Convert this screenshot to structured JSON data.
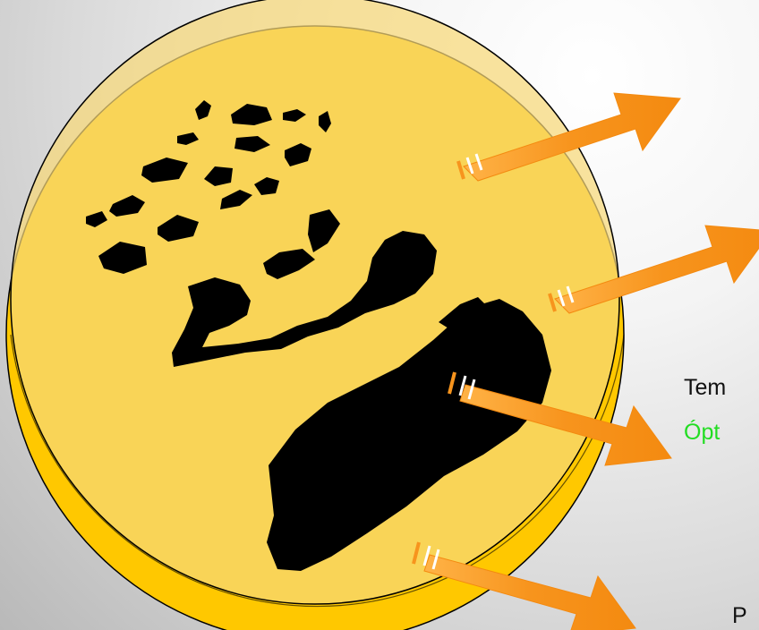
{
  "labels": {
    "temperature_partial": "Tem",
    "optimal_partial": "Ópt",
    "p_partial": "P"
  },
  "colors": {
    "agar": "#ffc800",
    "lid": "#f9dc78",
    "colonies": "#000000",
    "arrow": "#f7941d",
    "optimal_text": "#22dd22"
  }
}
